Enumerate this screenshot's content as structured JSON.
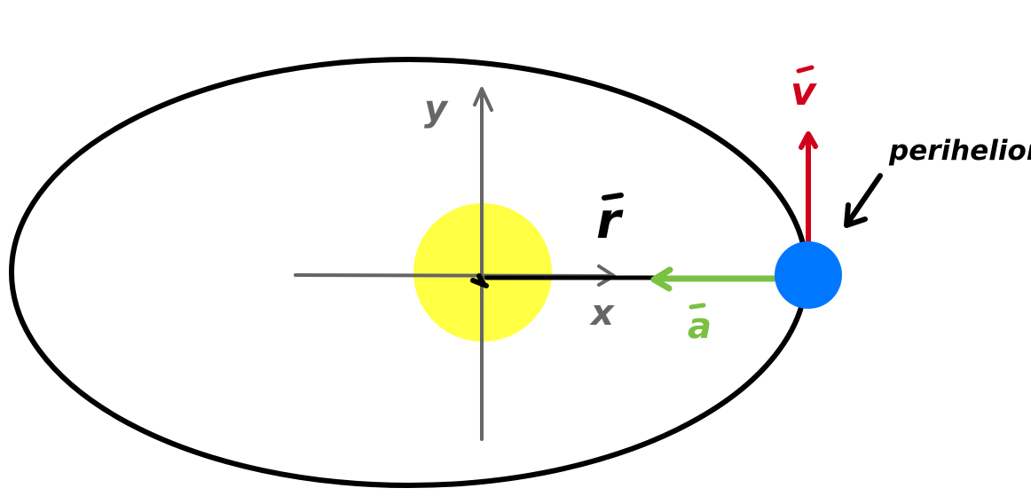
{
  "diagram": {
    "labels": {
      "x_axis": "x",
      "y_axis": "y",
      "position_vector": "r",
      "velocity_vector": "v",
      "acceleration_vector": "a",
      "perihelion": "perihelion"
    },
    "colors": {
      "orbit": "#000000",
      "axes": "#666666",
      "sun": "#ffff44",
      "planet": "#0077ff",
      "position_vector": "#000000",
      "velocity_vector": "#d0001c",
      "acceleration_vector": "#7ac143",
      "perihelion_arrow": "#000000"
    },
    "icons": {
      "sun": "sun-disc",
      "planet": "planet-disc"
    }
  }
}
